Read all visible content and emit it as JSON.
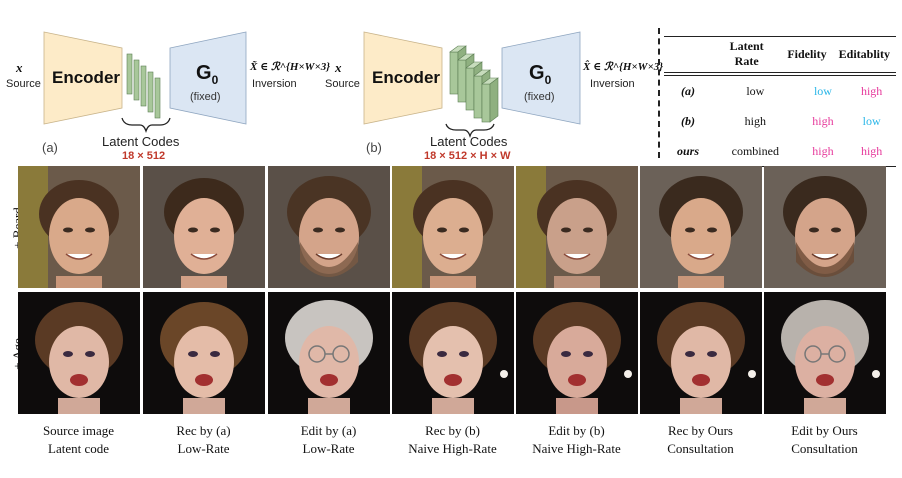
{
  "diagram_a": {
    "x_symbol": "x",
    "source_label": "Source",
    "encoder_label": "Encoder",
    "generator_label": "G",
    "generator_sub": "0",
    "fixed_label": "(fixed)",
    "xhat_label": "X̃ ∈ ℛ^{H×W×3}",
    "inversion_label": "Inversion",
    "latent_label": "Latent Codes",
    "dims_label": "18 × 512",
    "panel_label": "(a)"
  },
  "diagram_b": {
    "x_symbol": "x",
    "source_label": "Source",
    "encoder_label": "Encoder",
    "generator_label": "G",
    "generator_sub": "0",
    "fixed_label": "(fixed)",
    "xhat_label": "X̂ ∈ ℛ^{H×W×3}",
    "inversion_label": "Inversion",
    "latent_label": "Latent Codes",
    "dims_label": "18 × 512 × H × W",
    "panel_label": "(b)"
  },
  "table": {
    "headers": [
      "",
      "Latent Rate",
      "Fidelity",
      "Editablity"
    ],
    "rows": [
      {
        "label": "(a)",
        "rate": "low",
        "fidelity": "low",
        "fidelity_color": "#29b6e8",
        "edit": "high",
        "edit_color": "#e6399b"
      },
      {
        "label": "(b)",
        "rate": "high",
        "fidelity": "high",
        "fidelity_color": "#e6399b",
        "edit": "low",
        "edit_color": "#29b6e8"
      },
      {
        "label": "ours",
        "rate": "combined",
        "fidelity": "high",
        "fidelity_color": "#e6399b",
        "edit": "high",
        "edit_color": "#e6399b"
      }
    ]
  },
  "rows": [
    {
      "label": "+ Beard"
    },
    {
      "label": "+ Age"
    }
  ],
  "captions": [
    {
      "line1": "Source image",
      "line2": "Latent code"
    },
    {
      "line1": "Rec by (a)",
      "line2": "Low-Rate"
    },
    {
      "line1": "Edit by (a)",
      "line2": "Low-Rate"
    },
    {
      "line1": "Rec by (b)",
      "line2": "Naive High-Rate"
    },
    {
      "line1": "Edit by (b)",
      "line2": "Naive High-Rate"
    },
    {
      "line1": "Rec by Ours",
      "line2": "Consultation"
    },
    {
      "line1": "Edit by Ours",
      "line2": "Consultation"
    }
  ],
  "colors": {
    "encoder_fill": "#fdebc8",
    "generator_fill": "#dbe6f3",
    "latent_fill": "#a8c79a",
    "cyan": "#29b6e8",
    "pink": "#e6399b",
    "dims_red": "#c0392b"
  }
}
